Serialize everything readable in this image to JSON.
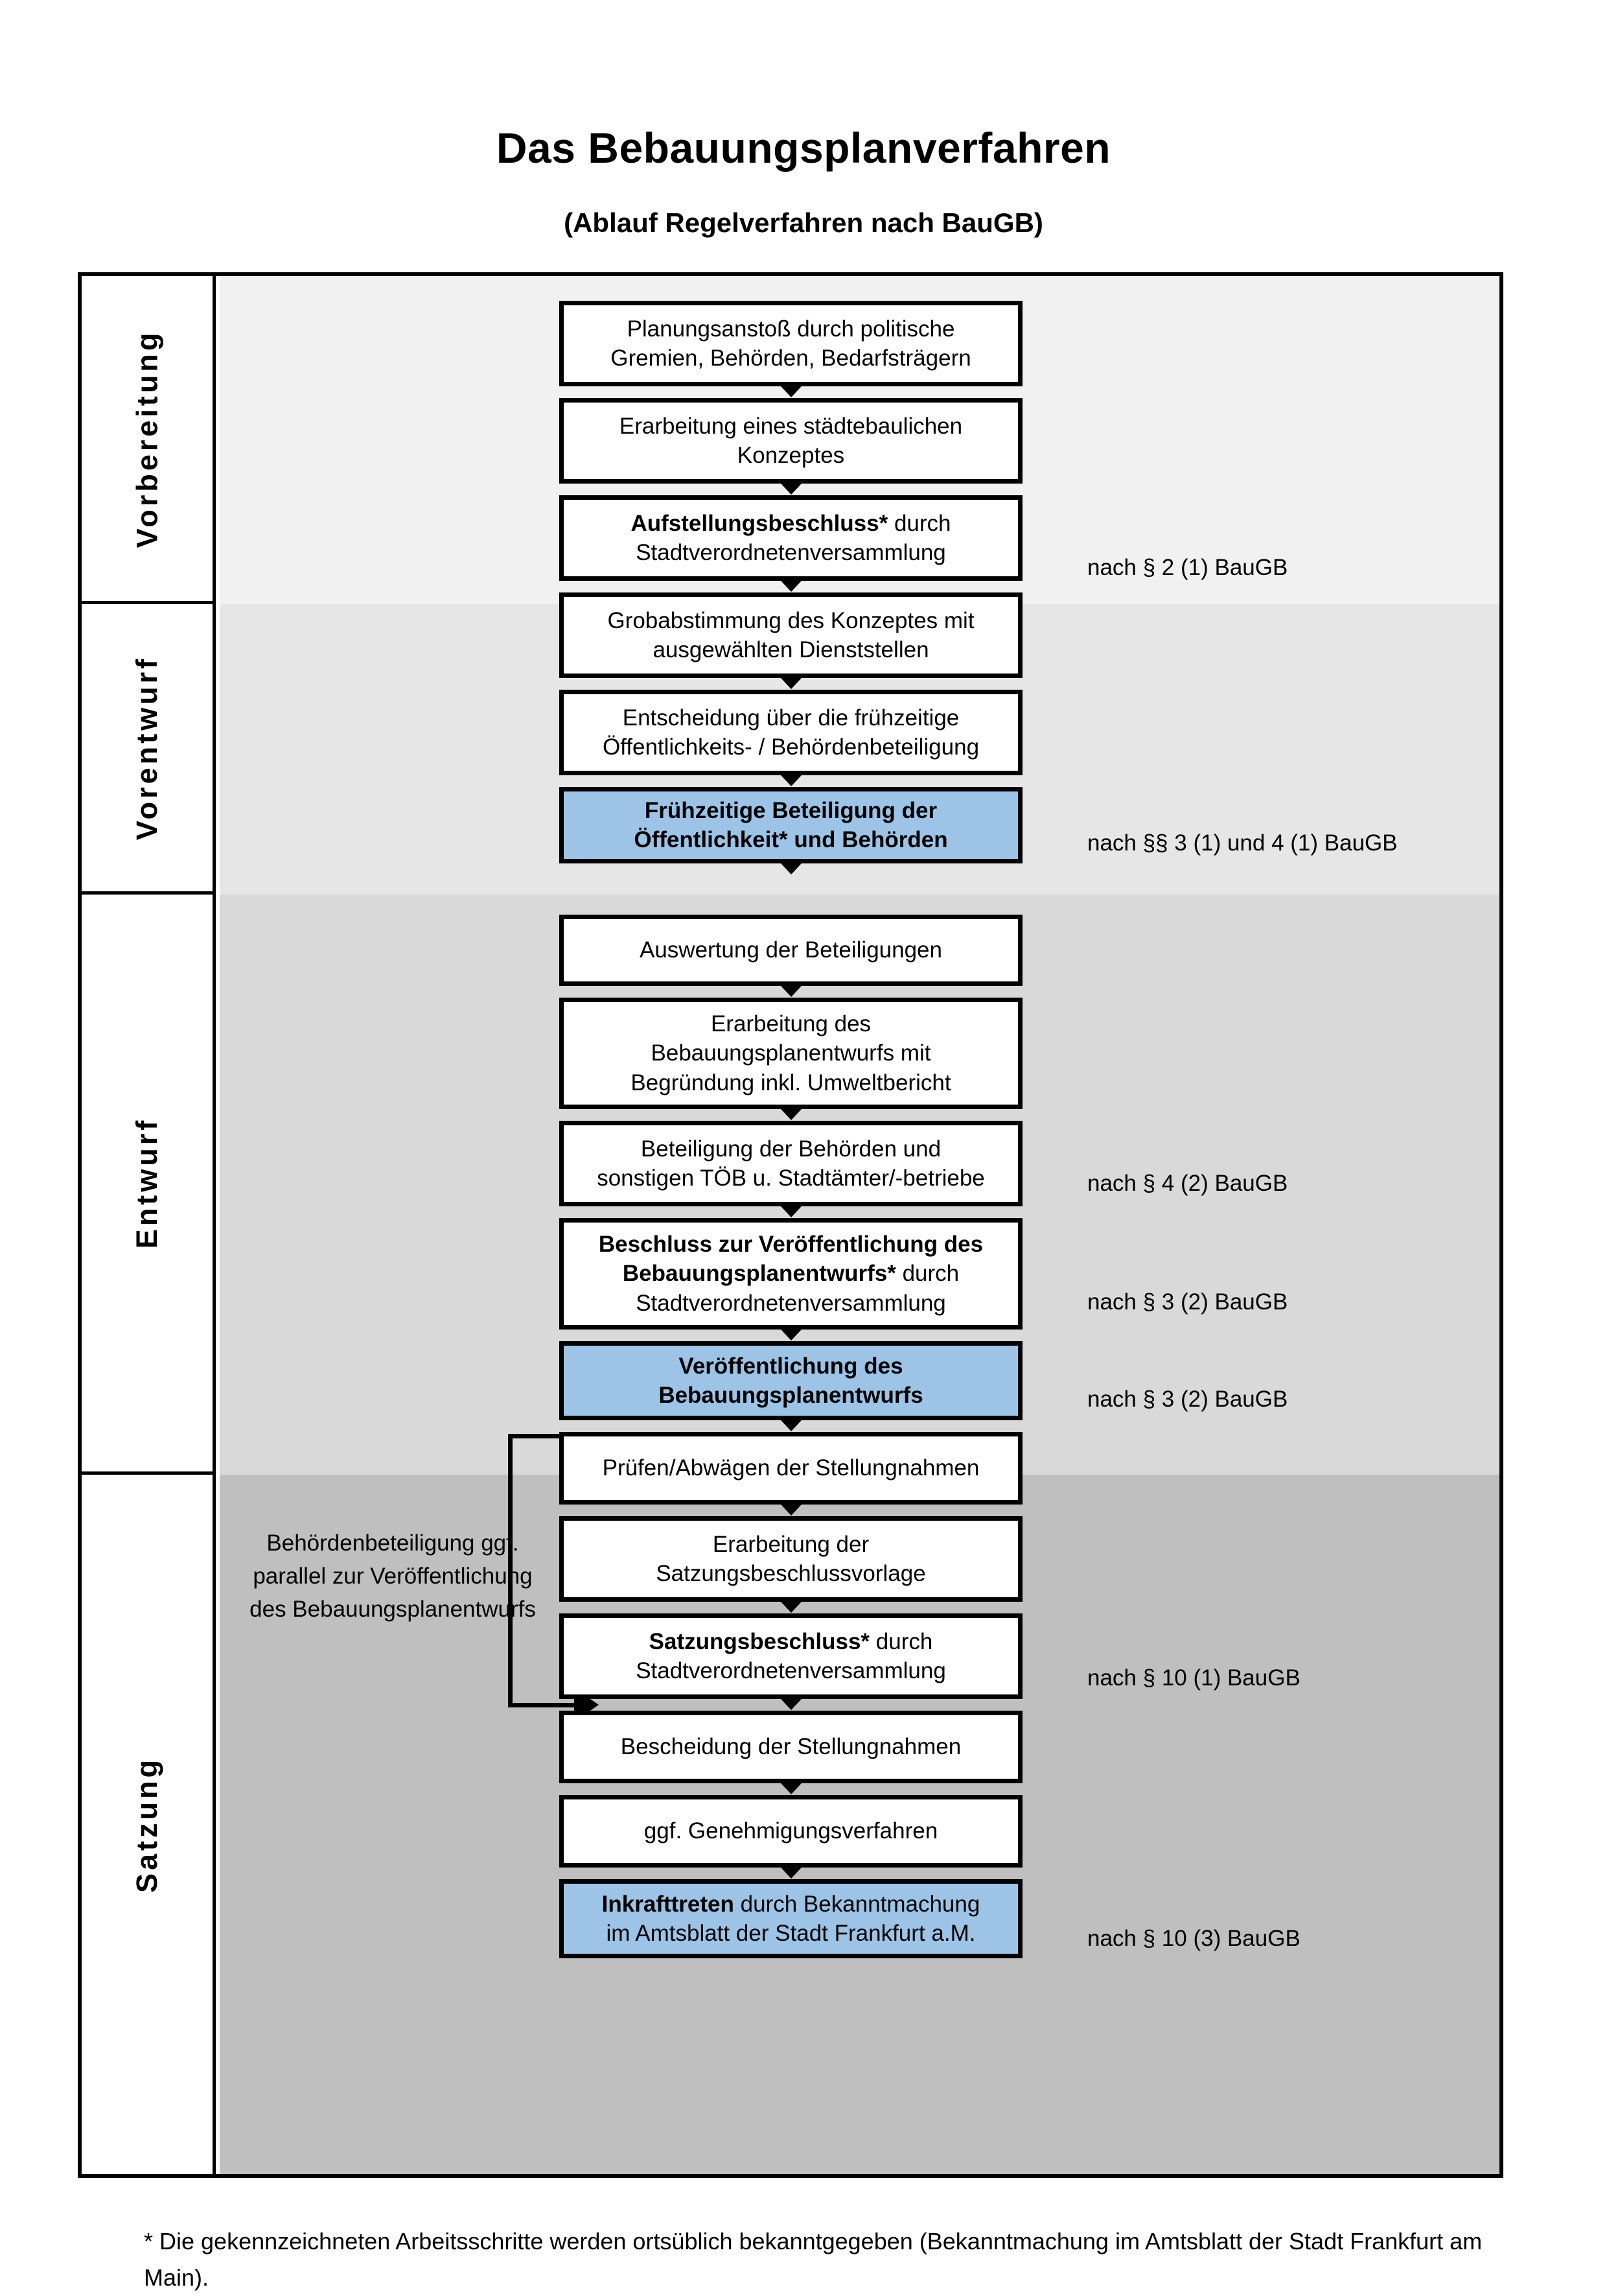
{
  "header": {
    "title": "Das Bebauungsplanverfahren",
    "subtitle": "(Ablauf Regelverfahren nach BauGB)"
  },
  "phases": [
    {
      "label": "Vorbereitung"
    },
    {
      "label": "Vorentwurf"
    },
    {
      "label": "Entwurf"
    },
    {
      "label": "Satzung"
    }
  ],
  "sidenote": "Behördenbeteiligung ggf. parallel zur Veröffentlichung des Bebauungsplanentwurfs",
  "nodes": [
    {
      "id": "planungsanstoss",
      "line1": "Planungsanstoß durch politische",
      "line2": "Gremien, Behörden, Bedarfsträgern",
      "style": "plain"
    },
    {
      "id": "staedtebauliches-konzept",
      "line1": "Erarbeitung eines städtebaulichen",
      "line2": "Konzeptes",
      "style": "plain"
    },
    {
      "id": "aufstellungsbeschluss",
      "bold1": "Aufstellungsbeschluss*",
      "rest1": " durch",
      "line2": "Stadtverordnetenversammlung",
      "style": "plain"
    },
    {
      "id": "grobabstimmung",
      "line1": "Grobabstimmung des Konzeptes mit",
      "line2": "ausgewählten Dienststellen",
      "style": "plain"
    },
    {
      "id": "entscheidung-fruehzeitig",
      "line1": "Entscheidung über die frühzeitige",
      "line2": "Öffentlichkeits- / Behördenbeteiligung",
      "style": "plain"
    },
    {
      "id": "fruehzeitige-beteiligung",
      "line1": "Frühzeitige Beteiligung der",
      "line2": "Öffentlichkeit* und Behörden",
      "style": "blue-bold"
    },
    {
      "id": "auswertung-beteiligungen",
      "line1": "Auswertung der Beteiligungen",
      "style": "plain"
    },
    {
      "id": "erarbeitung-entwurf",
      "line1": "Erarbeitung des",
      "line2": "Bebauungsplanentwurfs mit",
      "line3": "Begründung inkl. Umweltbericht",
      "style": "plain"
    },
    {
      "id": "beteiligung-behoerden",
      "line1": "Beteiligung der Behörden und",
      "line2": "sonstigen TÖB u. Stadtämter/-betriebe",
      "style": "plain"
    },
    {
      "id": "beschluss-veroeffentlichung",
      "bold1": "Beschluss zur Veröffentlichung des",
      "bold2": "Bebauungsplanentwurfs*",
      "rest2": " durch",
      "line3": "Stadtverordnetenversammlung",
      "style": "plain"
    },
    {
      "id": "veroeffentlichung-entwurf",
      "line1": "Veröffentlichung des",
      "line2": "Bebauungsplanentwurfs",
      "style": "blue-bold"
    },
    {
      "id": "pruefen-abwaegen",
      "line1": "Prüfen/Abwägen der Stellungnahmen",
      "style": "plain"
    },
    {
      "id": "satzungsbeschlussvorlage",
      "line1": "Erarbeitung der",
      "line2": "Satzungsbeschlussvorlage",
      "style": "plain"
    },
    {
      "id": "satzungsbeschluss",
      "bold1": "Satzungsbeschluss*",
      "rest1": " durch",
      "line2": "Stadtverordnetenversammlung",
      "style": "plain"
    },
    {
      "id": "bescheidung-stellungnahmen",
      "line1": "Bescheidung der Stellungnahmen",
      "style": "plain"
    },
    {
      "id": "genehmigungsverfahren",
      "line1": "ggf. Genehmigungsverfahren",
      "style": "plain"
    },
    {
      "id": "inkrafttreten",
      "bold1": "Inkrafttreten",
      "rest1": " durch Bekanntmachung",
      "line2": "im Amtsblatt der Stadt Frankfurt a.M.",
      "style": "blue"
    }
  ],
  "references": [
    {
      "id": "ref-par2",
      "text": "nach § 2 (1) BauGB"
    },
    {
      "id": "ref-par3-1-4-1",
      "text": "nach §§ 3 (1) und 4 (1) BauGB"
    },
    {
      "id": "ref-par4-2",
      "text": "nach § 4 (2) BauGB"
    },
    {
      "id": "ref-par3-2-a",
      "text": "nach § 3 (2) BauGB"
    },
    {
      "id": "ref-par3-2-b",
      "text": "nach § 3 (2) BauGB"
    },
    {
      "id": "ref-par10-1",
      "text": "nach § 10 (1) BauGB"
    },
    {
      "id": "ref-par10-3",
      "text": "nach § 10 (3) BauGB"
    }
  ],
  "footnote": "* Die gekennzeichneten Arbeitsschritte werden ortsüblich bekanntgegeben (Bekanntmachung im Amtsblatt  der Stadt Frankfurt am Main).",
  "colors": {
    "band_vorbereitung": "#f1f1f1",
    "band_vorentwurf": "#e6e6e6",
    "band_entwurf": "#d9d9d9",
    "band_satzung": "#bfbfbf",
    "highlight_blue": "#9dc3e6",
    "line": "#000000"
  }
}
